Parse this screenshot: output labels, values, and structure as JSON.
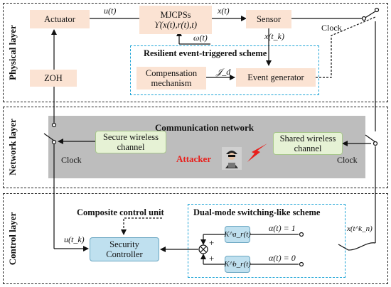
{
  "layers": {
    "physical": "Physical layer",
    "network": "Network layer",
    "control": "Control layer"
  },
  "physical": {
    "actuator": "Actuator",
    "mjcps_line1": "MJCPSs",
    "mjcps_line2": "ϒ(x(t),r(t),t)",
    "sensor": "Sensor",
    "zoh": "ZOH",
    "u_t": "u(t)",
    "x_t": "x(t)",
    "omega_t": "ω(t)",
    "x_tk": "x(t_k)",
    "clock": "Clock",
    "scheme_title": "Resilient event-triggered scheme",
    "compensation_line1": "Compensation",
    "compensation_line2": "mechanism",
    "event_generator": "Event generator",
    "j_d": "𝒥_d"
  },
  "network": {
    "title": "Communication network",
    "secure_line1": "Secure wireless",
    "secure_line2": "channel",
    "shared_line1": "Shared wireless",
    "shared_line2": "channel",
    "attacker": "Attacker",
    "clock_left": "Clock",
    "clock_right": "Clock"
  },
  "control": {
    "composite": "Composite control unit",
    "dual_mode": "Dual-mode switching-like scheme",
    "security_line1": "Security",
    "security_line2": "Controller",
    "u_tk": "u(t_k)",
    "k_a": "K^a_r(t)",
    "k_b": "K^b_r(t)",
    "alpha_1": "α(t) = 1",
    "alpha_0": "α(t) = 0",
    "x_tnk": "x(t^k_n)",
    "plus1": "+",
    "plus2": "+"
  },
  "colors": {
    "peach": "#fbe3d3",
    "green": "#e6f2d5",
    "blue": "#bfe0ef",
    "gray": "#bdbdbd",
    "cyan": "#1ba3d6",
    "attacker_red": "#e8201c"
  }
}
